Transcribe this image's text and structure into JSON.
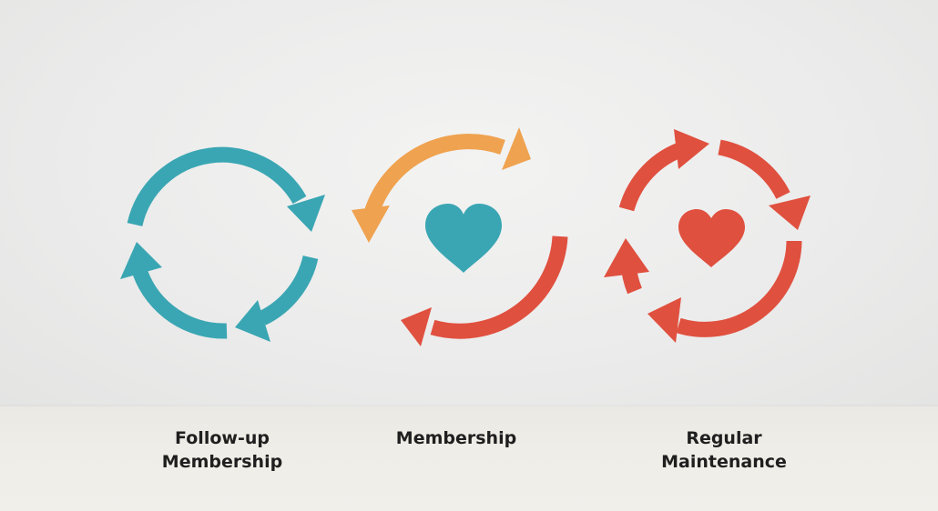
{
  "colors": {
    "teal": "#3aa6b3",
    "orange": "#efa24f",
    "red": "#e0503f"
  },
  "icons": [
    "cycle-arrows-icon",
    "heart-icon"
  ],
  "cycles": [
    {
      "label_lines": [
        "Follow-up",
        "Membership"
      ]
    },
    {
      "label_lines": [
        "Membership"
      ]
    },
    {
      "label_lines": [
        "Regular",
        "Maintenance"
      ]
    }
  ]
}
